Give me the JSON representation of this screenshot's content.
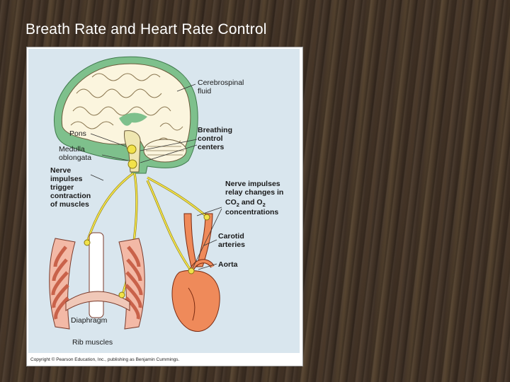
{
  "slide": {
    "title": "Breath Rate and Heart Rate Control"
  },
  "figure": {
    "labels": {
      "cerebrospinal": [
        "Cerebrospinal",
        "fluid"
      ],
      "pons": "Pons",
      "medulla": [
        "Medulla",
        "oblongata"
      ],
      "breathing_centers": [
        "Breathing",
        "control",
        "centers"
      ],
      "nerve_impulses_trigger": [
        "Nerve",
        "impulses",
        "trigger",
        "contraction",
        "of muscles"
      ],
      "nerve_impulses_relay": [
        "Nerve impulses",
        "relay changes in"
      ],
      "co2_o2": {
        "co": "CO",
        "sub2a": "2",
        "and": " and O",
        "sub2b": "2"
      },
      "concentrations": "concentrations",
      "carotid": [
        "Carotid",
        "arteries"
      ],
      "aorta": "Aorta",
      "diaphragm": "Diaphragm",
      "rib_muscles": "Rib muscles"
    },
    "copyright": "Copyright © Pearson Education, Inc., publishing as Benjamin Cummings.",
    "colors": {
      "panel_blue": "#d9e6ee",
      "brain_green": "#7ec08c",
      "brain_tissue": "#fbf5de",
      "nerve_yellow": "#f2e24a",
      "heart_orange": "#ef8a5a",
      "rib_red": "#e8917a"
    }
  }
}
